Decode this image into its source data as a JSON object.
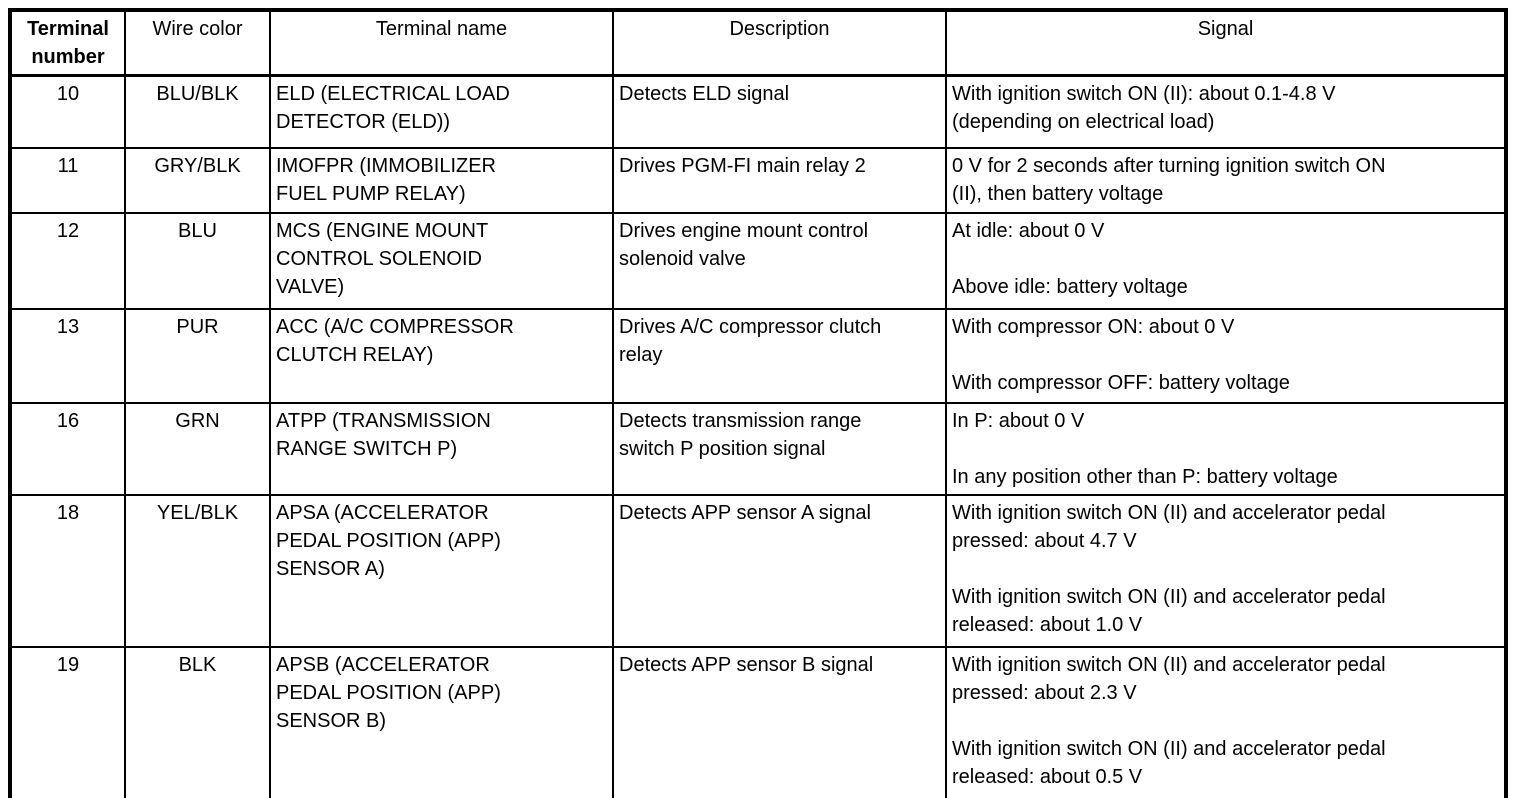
{
  "table": {
    "headers": {
      "terminal_number": "Terminal\nnumber",
      "wire_color": "Wire color",
      "terminal_name": "Terminal name",
      "description": "Description",
      "signal": "Signal"
    },
    "rows": [
      {
        "terminal_number": "10",
        "wire_color": "BLU/BLK",
        "terminal_name": "ELD (ELECTRICAL LOAD\nDETECTOR (ELD))",
        "description": "Detects ELD signal",
        "signal": "With ignition switch ON (II): about 0.1-4.8 V\n(depending on electrical load)"
      },
      {
        "terminal_number": "11",
        "wire_color": "GRY/BLK",
        "terminal_name": "IMOFPR (IMMOBILIZER\nFUEL PUMP RELAY)",
        "description": "Drives PGM-FI main relay 2",
        "signal": "0 V for 2 seconds after turning ignition switch ON\n(II), then battery voltage"
      },
      {
        "terminal_number": "12",
        "wire_color": "BLU",
        "terminal_name": "MCS (ENGINE MOUNT\nCONTROL SOLENOID\nVALVE)",
        "description": "Drives engine mount control\nsolenoid valve",
        "signal": "At idle: about 0 V\n\nAbove idle: battery voltage"
      },
      {
        "terminal_number": "13",
        "wire_color": "PUR",
        "terminal_name": "ACC (A/C COMPRESSOR\nCLUTCH RELAY)",
        "description": "Drives A/C compressor clutch\nrelay",
        "signal": "With compressor ON: about 0 V\n\nWith compressor OFF: battery voltage"
      },
      {
        "terminal_number": "16",
        "wire_color": "GRN",
        "terminal_name": "ATPP (TRANSMISSION\nRANGE SWITCH P)",
        "description": "Detects transmission range\nswitch P position signal",
        "signal": "In P: about 0 V\n\nIn any position other than P: battery voltage"
      },
      {
        "terminal_number": "18",
        "wire_color": "YEL/BLK",
        "terminal_name": "APSA (ACCELERATOR\nPEDAL POSITION (APP)\nSENSOR A)",
        "description": "Detects APP sensor A signal",
        "signal": "With ignition switch ON (II) and accelerator pedal\npressed: about 4.7 V\n\nWith ignition switch ON (II) and accelerator pedal\nreleased: about 1.0 V"
      },
      {
        "terminal_number": "19",
        "wire_color": "BLK",
        "terminal_name": "APSB (ACCELERATOR\nPEDAL POSITION (APP)\nSENSOR B)",
        "description": "Detects APP sensor B signal",
        "signal": "With ignition switch ON (II) and accelerator pedal\npressed: about 2.3 V\n\nWith ignition switch ON (II) and accelerator pedal\nreleased: about 0.5 V"
      }
    ]
  }
}
